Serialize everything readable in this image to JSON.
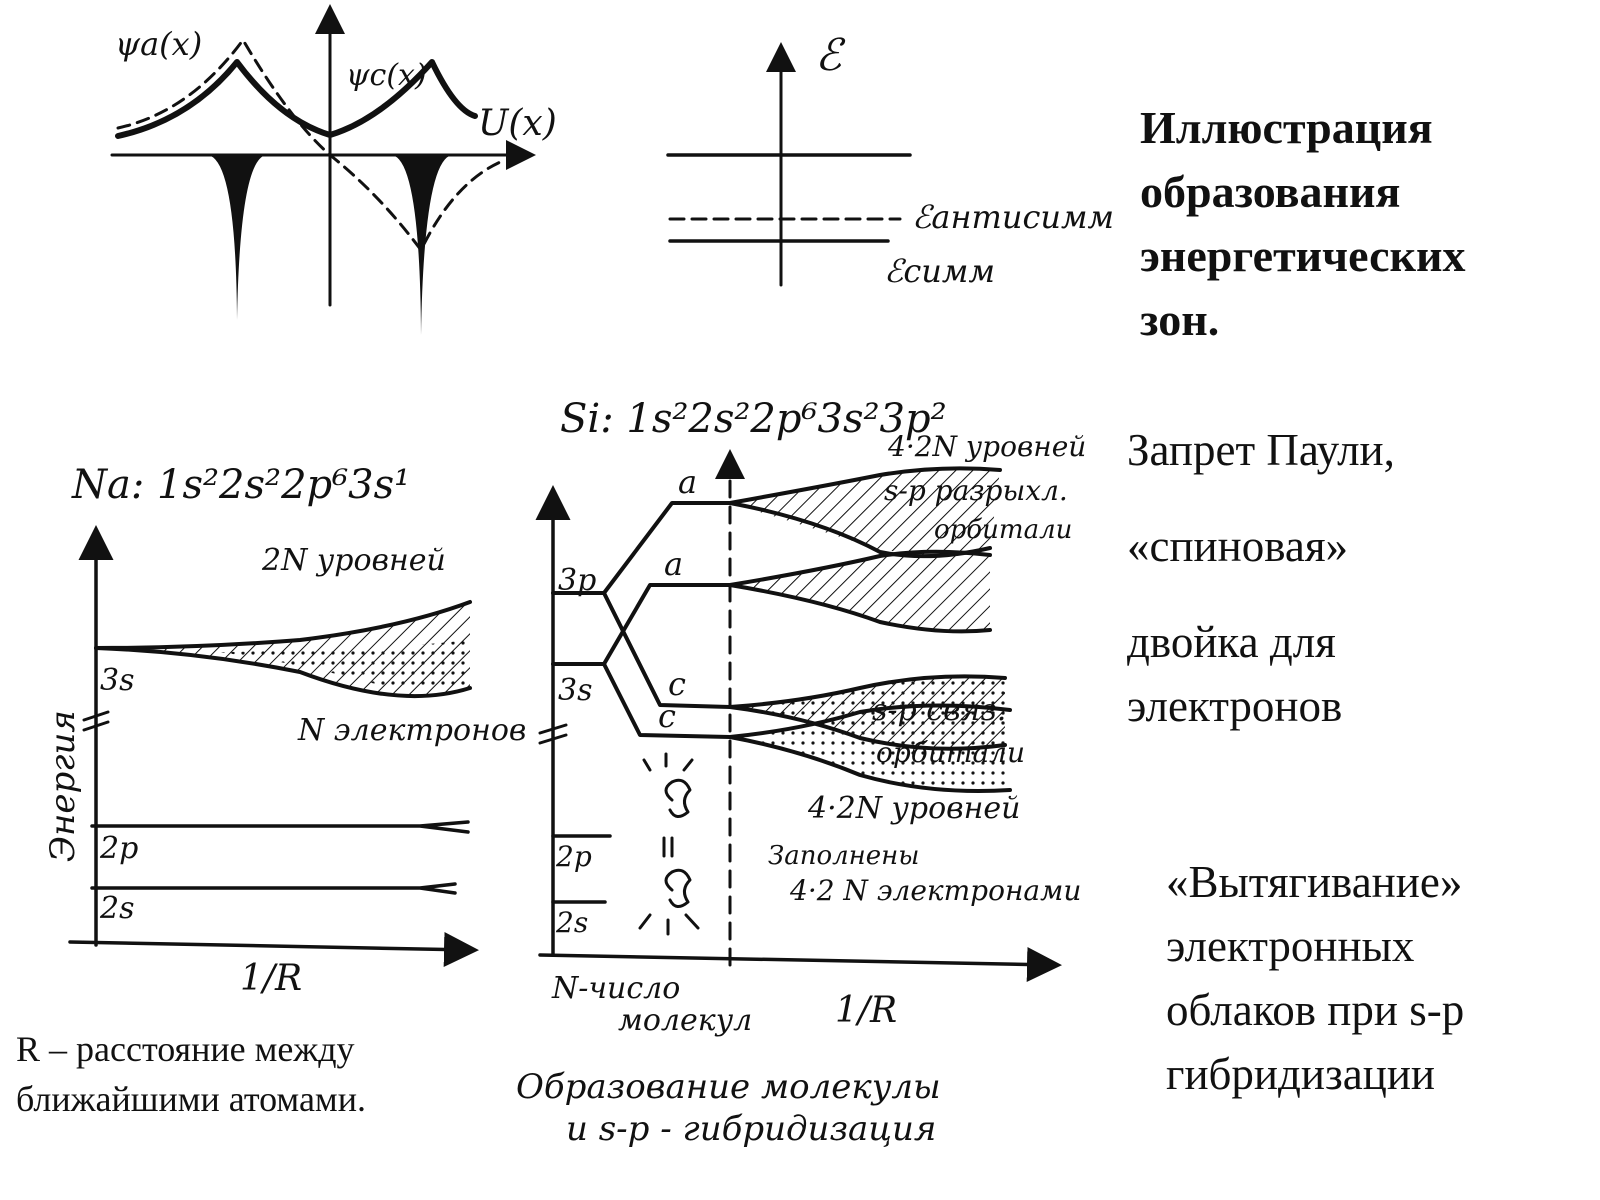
{
  "title_lines": [
    "Иллюстрация",
    "образования",
    "энергетических",
    "зон."
  ],
  "pauli_lines": [
    "Запрет Паули,",
    "«спиновая»",
    "двойка для электронов"
  ],
  "stretch_lines": [
    "«Вытягивание»",
    "электронных",
    "облаков при s-p",
    "гибридизации"
  ],
  "r_note_lines": [
    "R – расстояние между",
    "ближайшими атомами."
  ],
  "wave_diagram": {
    "psi_a_label": "ψa(x)",
    "psi_c_label": "ψc(x)",
    "potential_label": "U(x)"
  },
  "energy_diagram": {
    "axis_label": "ℰ",
    "antisym_label": "ℰантисимм",
    "sym_label": "ℰсимм"
  },
  "na_diagram": {
    "formula": "Na: 1s²2s²2p⁶3s¹",
    "levels_label": "2N уровней",
    "electrons_label": "N электронов",
    "y_axis_label": "Энергия",
    "x_axis_label": "1/R",
    "level_3s": "3s",
    "level_2p": "2p",
    "level_2s": "2s"
  },
  "si_diagram": {
    "formula": "Si: 1s²2s²2p⁶3s²3p²",
    "top_levels_label": "4·2N уровней",
    "antibond_label_1": "s-p разрыхл.",
    "antibond_label_2": "орбитали",
    "bond_label_1": "s-p связ.",
    "bond_label_2": "орбитали",
    "low_levels_label": "4·2N уровней",
    "filled_label_1": "Заполнены",
    "filled_label_2": "4·2 N электронами",
    "level_3p": "3p",
    "level_3s": "3s",
    "level_2p": "2p",
    "level_2s": "2s",
    "branch_a1": "a",
    "branch_a2": "a",
    "branch_c1": "c",
    "branch_c2": "c",
    "n_label_1": "N-число",
    "n_label_2": "молекул",
    "x_axis_label": "1/R",
    "caption_1": "Образование молекулы",
    "caption_2": "и s-p - гибридизация"
  }
}
